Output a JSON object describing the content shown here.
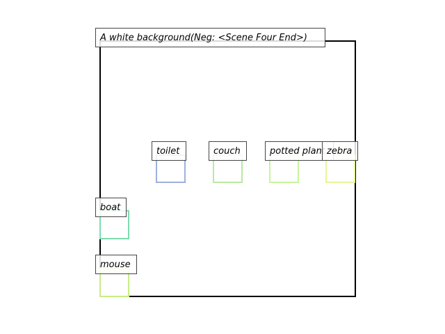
{
  "title": "A white background(Neg: <Scene Four End>)",
  "objects": [
    {
      "key": "toilet",
      "label": "toilet",
      "color": "#9db0dc"
    },
    {
      "key": "couch",
      "label": "couch",
      "color": "#b7eaa0"
    },
    {
      "key": "potted-plant",
      "label": "potted plant",
      "color": "#c6f59a"
    },
    {
      "key": "zebra",
      "label": "zebra",
      "color": "#e6f59a"
    },
    {
      "key": "boat",
      "label": "boat",
      "color": "#7ddbb0"
    },
    {
      "key": "mouse",
      "label": "mouse",
      "color": "#c8ec86"
    }
  ]
}
